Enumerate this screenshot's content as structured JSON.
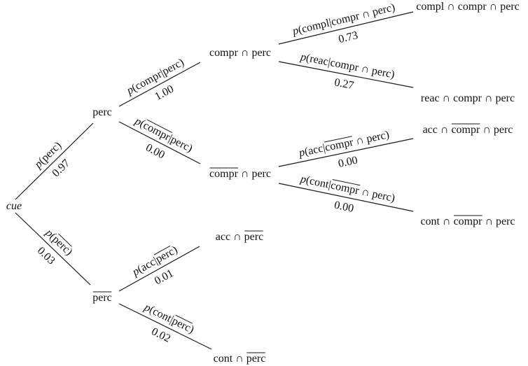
{
  "tree": {
    "nodes": {
      "cue": {
        "label": [
          {
            "t": "cue",
            "i": true
          }
        ]
      },
      "perc": {
        "label": [
          {
            "t": "perc"
          }
        ]
      },
      "notperc": {
        "label": [
          {
            "t": "perc",
            "o": true
          }
        ]
      },
      "compr_perc": {
        "label": [
          {
            "t": "compr ∩ perc"
          }
        ]
      },
      "notcompr_perc": {
        "label": [
          {
            "t": "compr",
            "o": true
          },
          {
            "t": " ∩ perc"
          }
        ]
      },
      "compl_compr_perc": {
        "label": [
          {
            "t": "compl ∩ compr ∩ perc"
          }
        ]
      },
      "reac_compr_perc": {
        "label": [
          {
            "t": "reac ∩ compr ∩ perc"
          }
        ]
      },
      "acc_notcompr_perc": {
        "label": [
          {
            "t": "acc ∩ "
          },
          {
            "t": "compr",
            "o": true
          },
          {
            "t": " ∩ perc"
          }
        ]
      },
      "cont_notcompr_perc": {
        "label": [
          {
            "t": "cont ∩ "
          },
          {
            "t": "compr",
            "o": true
          },
          {
            "t": " ∩ perc"
          }
        ]
      },
      "acc_notperc": {
        "label": [
          {
            "t": "acc ∩ "
          },
          {
            "t": "perc",
            "o": true
          }
        ]
      },
      "cont_notperc": {
        "label": [
          {
            "t": "cont ∩ "
          },
          {
            "t": "perc",
            "o": true
          }
        ]
      }
    },
    "edges": [
      {
        "from": "cue",
        "to": "perc",
        "prob": [
          {
            "t": "p",
            "i": true
          },
          {
            "t": "(perc)"
          }
        ],
        "value": "0.97"
      },
      {
        "from": "cue",
        "to": "notperc",
        "prob": [
          {
            "t": "p",
            "i": true
          },
          {
            "t": "("
          },
          {
            "t": "perc",
            "o": true
          },
          {
            "t": ")"
          }
        ],
        "value": "0.03"
      },
      {
        "from": "perc",
        "to": "compr_perc",
        "prob": [
          {
            "t": "p",
            "i": true
          },
          {
            "t": "(compr|perc)"
          }
        ],
        "value": "1.00"
      },
      {
        "from": "perc",
        "to": "notcompr_perc",
        "prob": [
          {
            "t": "p",
            "i": true
          },
          {
            "t": "("
          },
          {
            "t": "compr",
            "o": true
          },
          {
            "t": "|perc)"
          }
        ],
        "value": "0.00"
      },
      {
        "from": "compr_perc",
        "to": "compl_compr_perc",
        "prob": [
          {
            "t": "p",
            "i": true
          },
          {
            "t": "(compl|compr ∩ perc)"
          }
        ],
        "value": "0.73"
      },
      {
        "from": "compr_perc",
        "to": "reac_compr_perc",
        "prob": [
          {
            "t": "p",
            "i": true
          },
          {
            "t": "(reac|compr ∩ perc)"
          }
        ],
        "value": "0.27"
      },
      {
        "from": "notcompr_perc",
        "to": "acc_notcompr_perc",
        "prob": [
          {
            "t": "p",
            "i": true
          },
          {
            "t": "(acc|"
          },
          {
            "t": "compr",
            "o": true
          },
          {
            "t": " ∩ perc)"
          }
        ],
        "value": "0.00"
      },
      {
        "from": "notcompr_perc",
        "to": "cont_notcompr_perc",
        "prob": [
          {
            "t": "p",
            "i": true
          },
          {
            "t": "(cont|"
          },
          {
            "t": "compr",
            "o": true
          },
          {
            "t": " ∩ perc)"
          }
        ],
        "value": "0.00"
      },
      {
        "from": "notperc",
        "to": "acc_notperc",
        "prob": [
          {
            "t": "p",
            "i": true
          },
          {
            "t": "(acc|"
          },
          {
            "t": "perc",
            "o": true
          },
          {
            "t": ")"
          }
        ],
        "value": "0.01"
      },
      {
        "from": "notperc",
        "to": "cont_notperc",
        "prob": [
          {
            "t": "p",
            "i": true
          },
          {
            "t": "(cont|"
          },
          {
            "t": "perc",
            "o": true
          },
          {
            "t": ")"
          }
        ],
        "value": "0.02"
      }
    ]
  }
}
